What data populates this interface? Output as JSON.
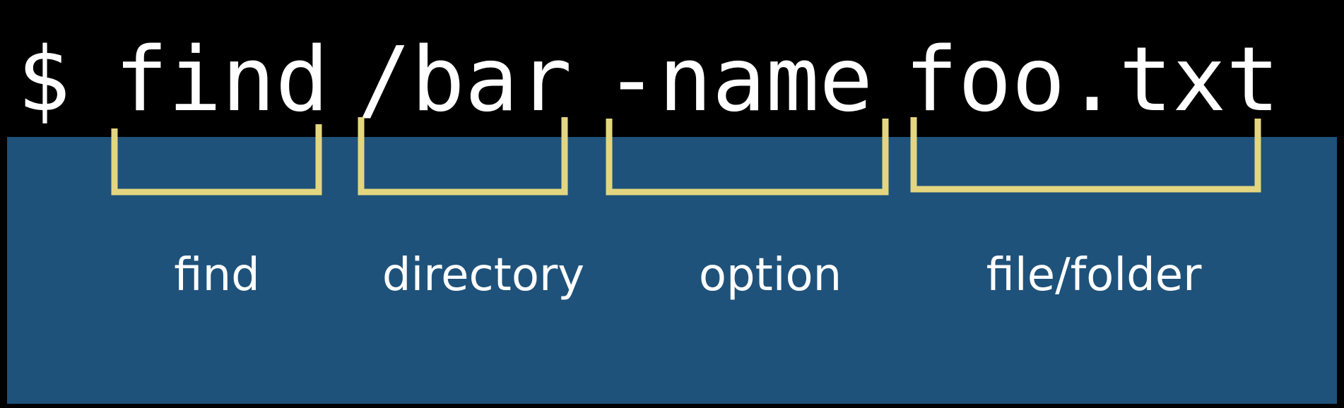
{
  "command": {
    "prompt": "$",
    "program": "find",
    "directory": "/bar",
    "option": "-name",
    "target": "foo.txt"
  },
  "labels": {
    "program": "find",
    "directory": "directory",
    "option": "option",
    "target": "file/folder"
  },
  "colors": {
    "background": "#000000",
    "panel": "#1f527a",
    "bracket": "#e4d680",
    "text": "#ffffff"
  }
}
